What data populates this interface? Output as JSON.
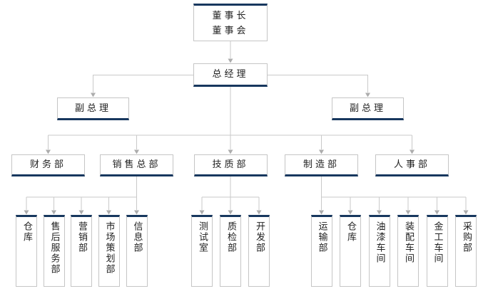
{
  "colors": {
    "bar-color": "#17375E",
    "box-border-color": "#C5C5C5",
    "line-color": "#C9C9C9",
    "arrow-color": "#ACACAC",
    "text-color": "#1F1F1F",
    "background-color": "#FFFFFF"
  },
  "org": {
    "board": {
      "line1": "董事长",
      "line2": "董事会"
    },
    "general_manager": {
      "label": "总经理"
    },
    "deputy_gm_left": {
      "label": "副总理"
    },
    "deputy_gm_right": {
      "label": "副总理"
    },
    "departments": [
      {
        "label": "财务部",
        "children": []
      },
      {
        "label": "销售总部",
        "children": [
          "仓库",
          "售后服务部",
          "营销部",
          "市场策划部",
          "信息部"
        ]
      },
      {
        "label": "技质部",
        "children": [
          "测试室",
          "质检部",
          "开发部"
        ]
      },
      {
        "label": "制造部",
        "children": [
          "运输部",
          "仓库",
          "油漆车间",
          "装配车间",
          "金工车间",
          "采购部"
        ]
      },
      {
        "label": "人事部",
        "children": []
      }
    ]
  }
}
